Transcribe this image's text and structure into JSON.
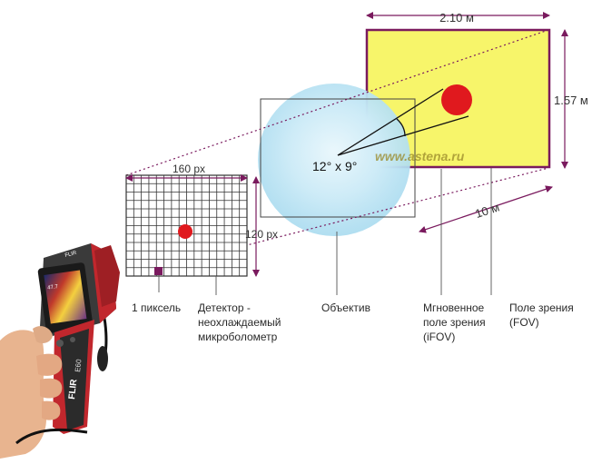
{
  "dimensions": {
    "fov_width": "2.10 м",
    "fov_height": "1.57 м",
    "distance": "10 м",
    "detector_width": "160 px",
    "detector_height": "120 px",
    "field_angle": "12° x 9°"
  },
  "watermark": "www.astena.ru",
  "labels": {
    "pixel": "1 пиксель",
    "detector_line1": "Детектор -",
    "detector_line2": "неохлаждаемый",
    "detector_line3": "микроболометр",
    "lens": "Объектив",
    "ifov_line1": "Мгновенное",
    "ifov_line2": "поле зрения",
    "ifov_line3": "(iFOV)",
    "fov_line1": "Поле зрения",
    "fov_line2": "(FOV)"
  },
  "camera": {
    "brand": "FLIR",
    "model": "E60",
    "badge": "FLIR",
    "screen_reading": "47.7"
  },
  "colors": {
    "accent_purple": "#7a1a5e",
    "fov_yellow": "#f7f56a",
    "target_red": "#e0191e",
    "lens_blue": "#bfe6f6",
    "camera_red": "#c1272d"
  }
}
